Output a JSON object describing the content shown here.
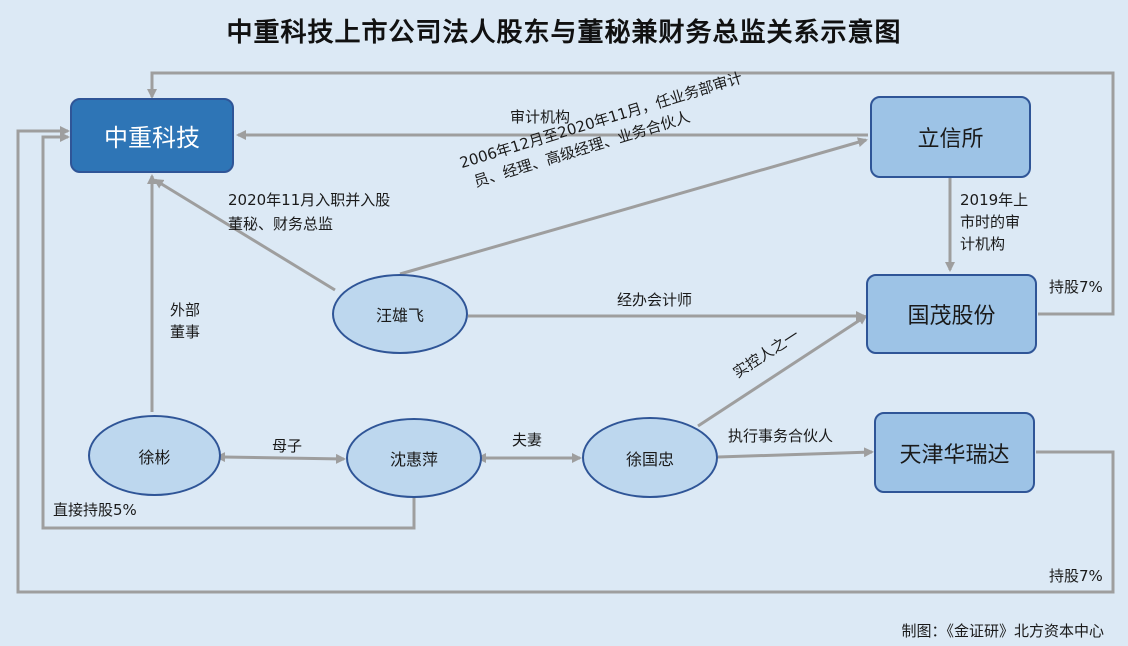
{
  "title": "中重科技上市公司法人股东与董秘兼财务总监关系示意图",
  "nodes": {
    "zhongzhong": "中重科技",
    "lixin": "立信所",
    "guomao": "国茂股份",
    "tianjin": "天津华瑞达",
    "wangxiongfei": "汪雄飞",
    "xubin": "徐彬",
    "shenhuiping": "沈惠萍",
    "xuguozhong": "徐国忠"
  },
  "edge_labels": {
    "audit_agency": "审计机构",
    "joined_line1": "2020年11月入职并入股",
    "joined_line2": "董秘、财务总监",
    "career_line1": "2006年12月至2020年11月，任业务部审计",
    "career_line2": "员、经理、高级经理、业务合伙人",
    "ipo_audit": "2019年上市时的审计机构",
    "signing_cpa": "经办会计师",
    "external_director": "外部董事",
    "mother_son": "母子",
    "spouse": "夫妻",
    "actual_controller": "实控人之一",
    "managing_partner": "执行事务合伙人",
    "direct_hold": "直接持股5%",
    "hold_guomao": "持股7%",
    "hold_tianjin": "持股7%"
  },
  "footer": "制图：《金证研》北方资本中心"
}
